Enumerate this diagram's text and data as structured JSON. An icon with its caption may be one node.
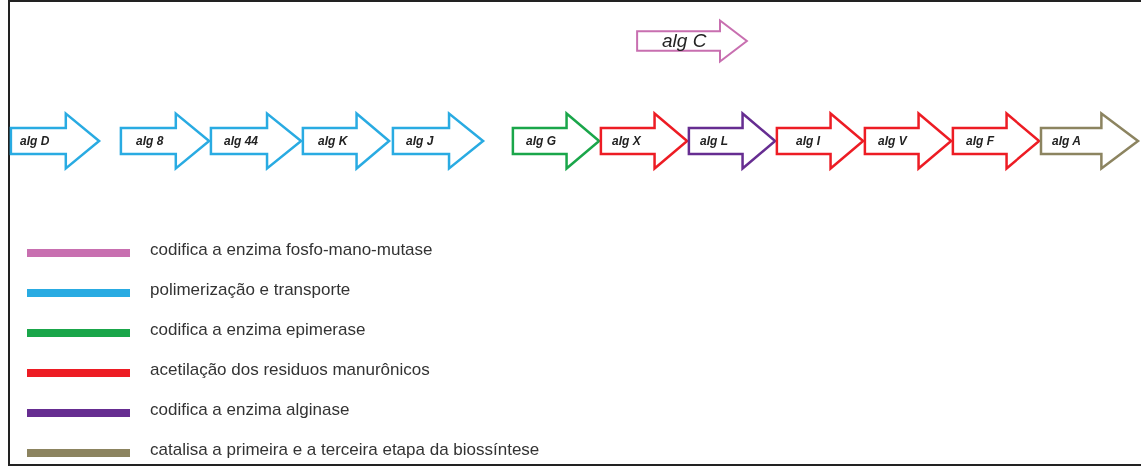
{
  "diagram": {
    "nodes": [
      {
        "text": [
          "alg C"
        ]
      },
      {
        "text": [
          "alg D"
        ]
      },
      {
        "text": [
          "alg 8"
        ]
      },
      {
        "text": [
          "alg 44"
        ]
      },
      {
        "text": [
          "alg K"
        ]
      },
      {
        "text": [
          "alg J"
        ]
      },
      {
        "text": [
          "alg G"
        ]
      },
      {
        "text": [
          "alg X"
        ]
      },
      {
        "text": [
          "alg L"
        ]
      },
      {
        "text": [
          "alg I"
        ]
      },
      {
        "text": [
          "alg V"
        ]
      },
      {
        "text": [
          "alg F"
        ]
      },
      {
        "text": [
          "alg A"
        ]
      }
    ],
    "legend": [
      {
        "text": "codifica a enzima fosfo-mano-mutase",
        "color": "#c86fb0"
      },
      {
        "text": "polimerização e transporte",
        "color": "#29abe2"
      },
      {
        "text": "codifica a enzima epimerase",
        "color": "#1aa64a"
      },
      {
        "text": "acetilação dos residuos manurônicos",
        "color": "#ed1c24"
      },
      {
        "text": "codifica a enzima alginase",
        "color": "#662d91"
      },
      {
        "text": "catalisa a primeira e a terceira etapa da biossíntese",
        "color": "#8c8460"
      }
    ]
  }
}
